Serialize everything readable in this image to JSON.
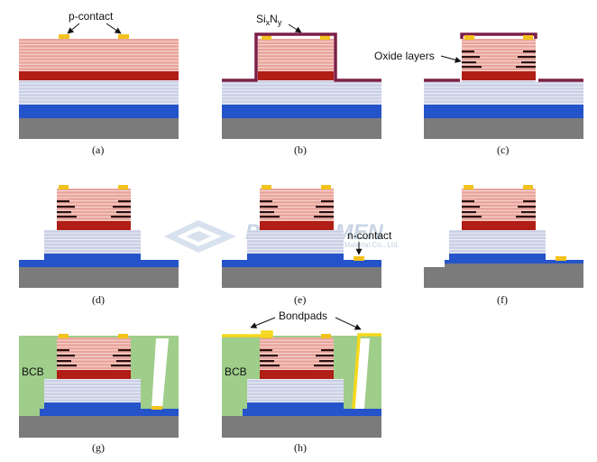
{
  "captions": [
    "(a)",
    "(b)",
    "(c)",
    "(d)",
    "(e)",
    "(f)",
    "(g)",
    "(h)"
  ],
  "labels": {
    "p_contact": "p-contact",
    "sixny_base": "Si",
    "sixny_sub_x": "x",
    "sixny_n": "N",
    "sixny_sub_y": "y",
    "oxide_layers": "Oxide layers",
    "n_contact": "n-contact",
    "bondpads": "Bondpads",
    "bcb_g": "BCB",
    "bcb_h": "BCB"
  },
  "watermark": {
    "name": "PAM-XIAMEN",
    "tagline": "Xiamen Powerway Advanced Material Co., Ltd."
  },
  "colors": {
    "top_dbr": "#e8a39a",
    "top_dbr_line": "#fbe3df",
    "active": "#b01e16",
    "bottom_dbr": "#c9cfe4",
    "bottom_dbr_line": "#eef0f8",
    "n_layer": "#2553c9",
    "substrate": "#7b7b7b",
    "contact": "#f3c21b",
    "sixny": "#7d1f46",
    "oxide": "#2a1010",
    "bcb": "#9fcd8a",
    "bondpad": "#f5d81b"
  }
}
